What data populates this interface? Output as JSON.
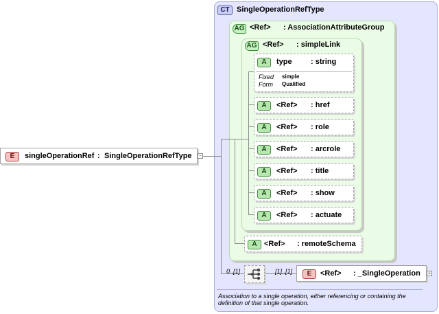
{
  "badges": {
    "ct": "CT",
    "ag": "AG",
    "a": "A",
    "e": "E"
  },
  "root_element": {
    "name": "singleOperationRef",
    "separator": ":",
    "type": "SingleOperationRefType"
  },
  "complex_type": {
    "name": "SingleOperationRefType"
  },
  "association_group": {
    "ref": "<Ref>",
    "name": ": AssociationAttributeGroup"
  },
  "simple_link": {
    "ref": "<Ref>",
    "name": ": simpleLink"
  },
  "type_attr": {
    "name": "type",
    "type": ": string",
    "fixed_label": "Fixed",
    "fixed_value": "simple",
    "form_label": "Form",
    "form_value": "Qualified"
  },
  "ref_attributes": [
    {
      "ref": "<Ref>",
      "name": ": href"
    },
    {
      "ref": "<Ref>",
      "name": ": role"
    },
    {
      "ref": "<Ref>",
      "name": ": arcrole"
    },
    {
      "ref": "<Ref>",
      "name": ": title"
    },
    {
      "ref": "<Ref>",
      "name": ": show"
    },
    {
      "ref": "<Ref>",
      "name": ": actuate"
    }
  ],
  "remote_schema": {
    "ref": "<Ref>",
    "name": ": remoteSchema"
  },
  "choice": {
    "outer_multiplicity": "0..[1]",
    "inner_multiplicity": "[1]..[1]"
  },
  "child_element": {
    "ref": "<Ref>",
    "name": ": _SingleOperation"
  },
  "documentation": "Association to a single operation, either referencing or containing the definition of that single operation."
}
